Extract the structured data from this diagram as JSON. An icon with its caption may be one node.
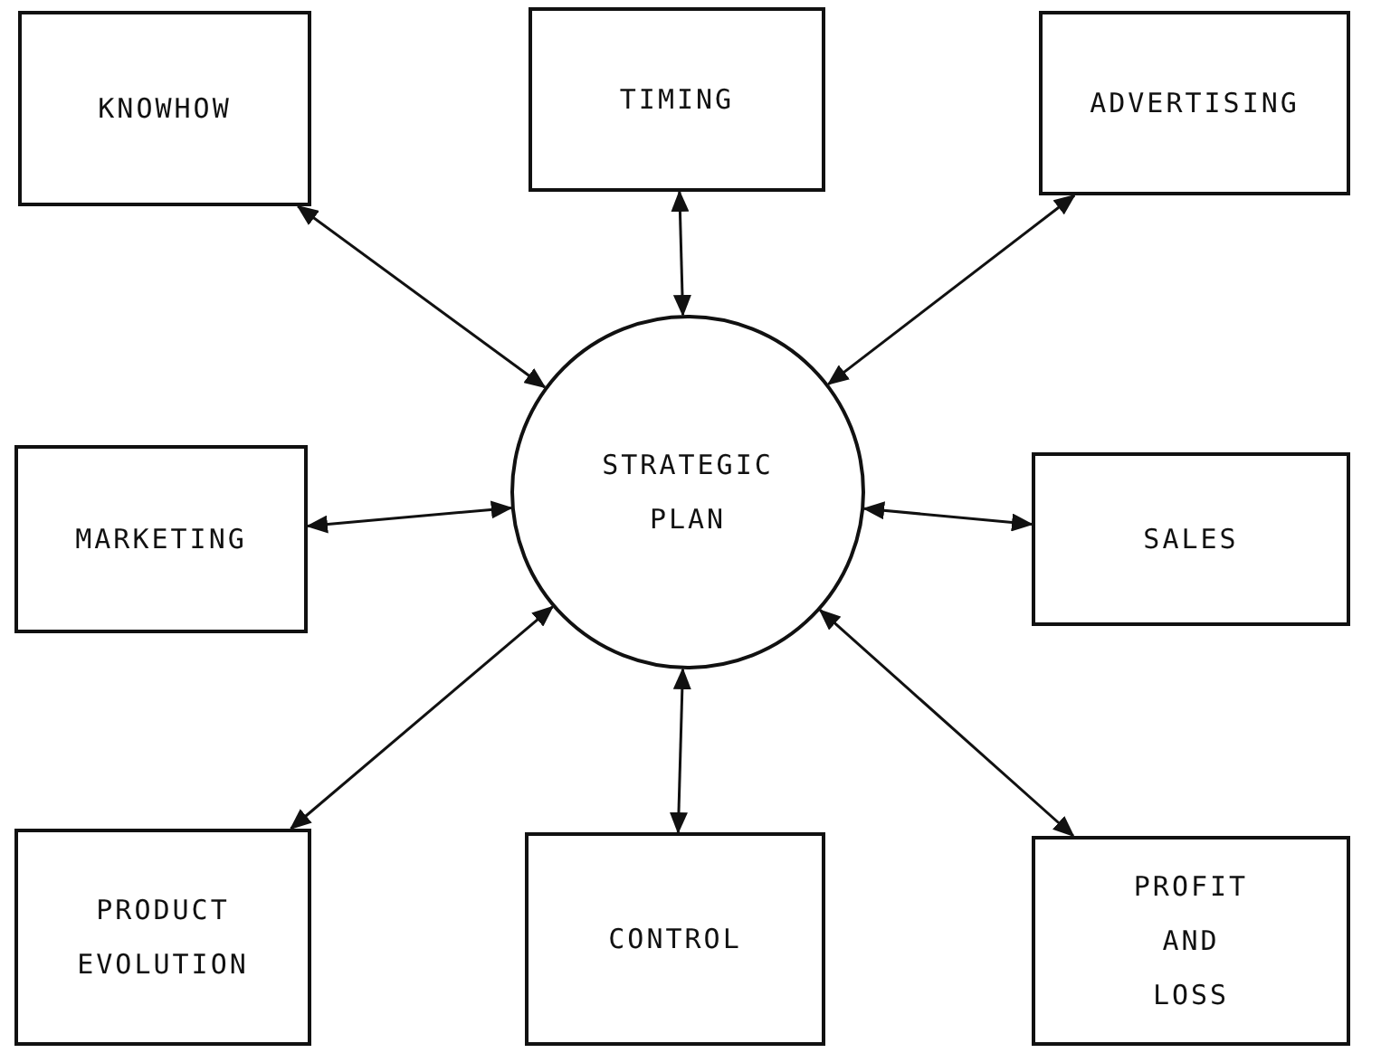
{
  "diagram": {
    "nodes": [
      {
        "text": [
          "KNOWHOW"
        ]
      },
      {
        "text": [
          "TIMING"
        ]
      },
      {
        "text": [
          "ADVERTISING"
        ]
      },
      {
        "text": [
          "MARKETING"
        ]
      },
      {
        "text": [
          "STRATEGIC PLAN"
        ]
      },
      {
        "text": [
          "SALES"
        ]
      },
      {
        "text": [
          "PRODUCT EVOLUTION"
        ]
      },
      {
        "text": [
          "CONTROL"
        ]
      },
      {
        "text": [
          "PROFIT AND LOSS"
        ]
      }
    ],
    "edges": [
      {
        "from": 0,
        "to": 4,
        "arrow": "both"
      },
      {
        "from": 1,
        "to": 4,
        "arrow": "both"
      },
      {
        "from": 2,
        "to": 4,
        "arrow": "both"
      },
      {
        "from": 3,
        "to": 4,
        "arrow": "both"
      },
      {
        "from": 5,
        "to": 4,
        "arrow": "both"
      },
      {
        "from": 6,
        "to": 4,
        "arrow": "both"
      },
      {
        "from": 7,
        "to": 4,
        "arrow": "both"
      },
      {
        "from": 8,
        "to": 4,
        "arrow": "both"
      }
    ]
  }
}
